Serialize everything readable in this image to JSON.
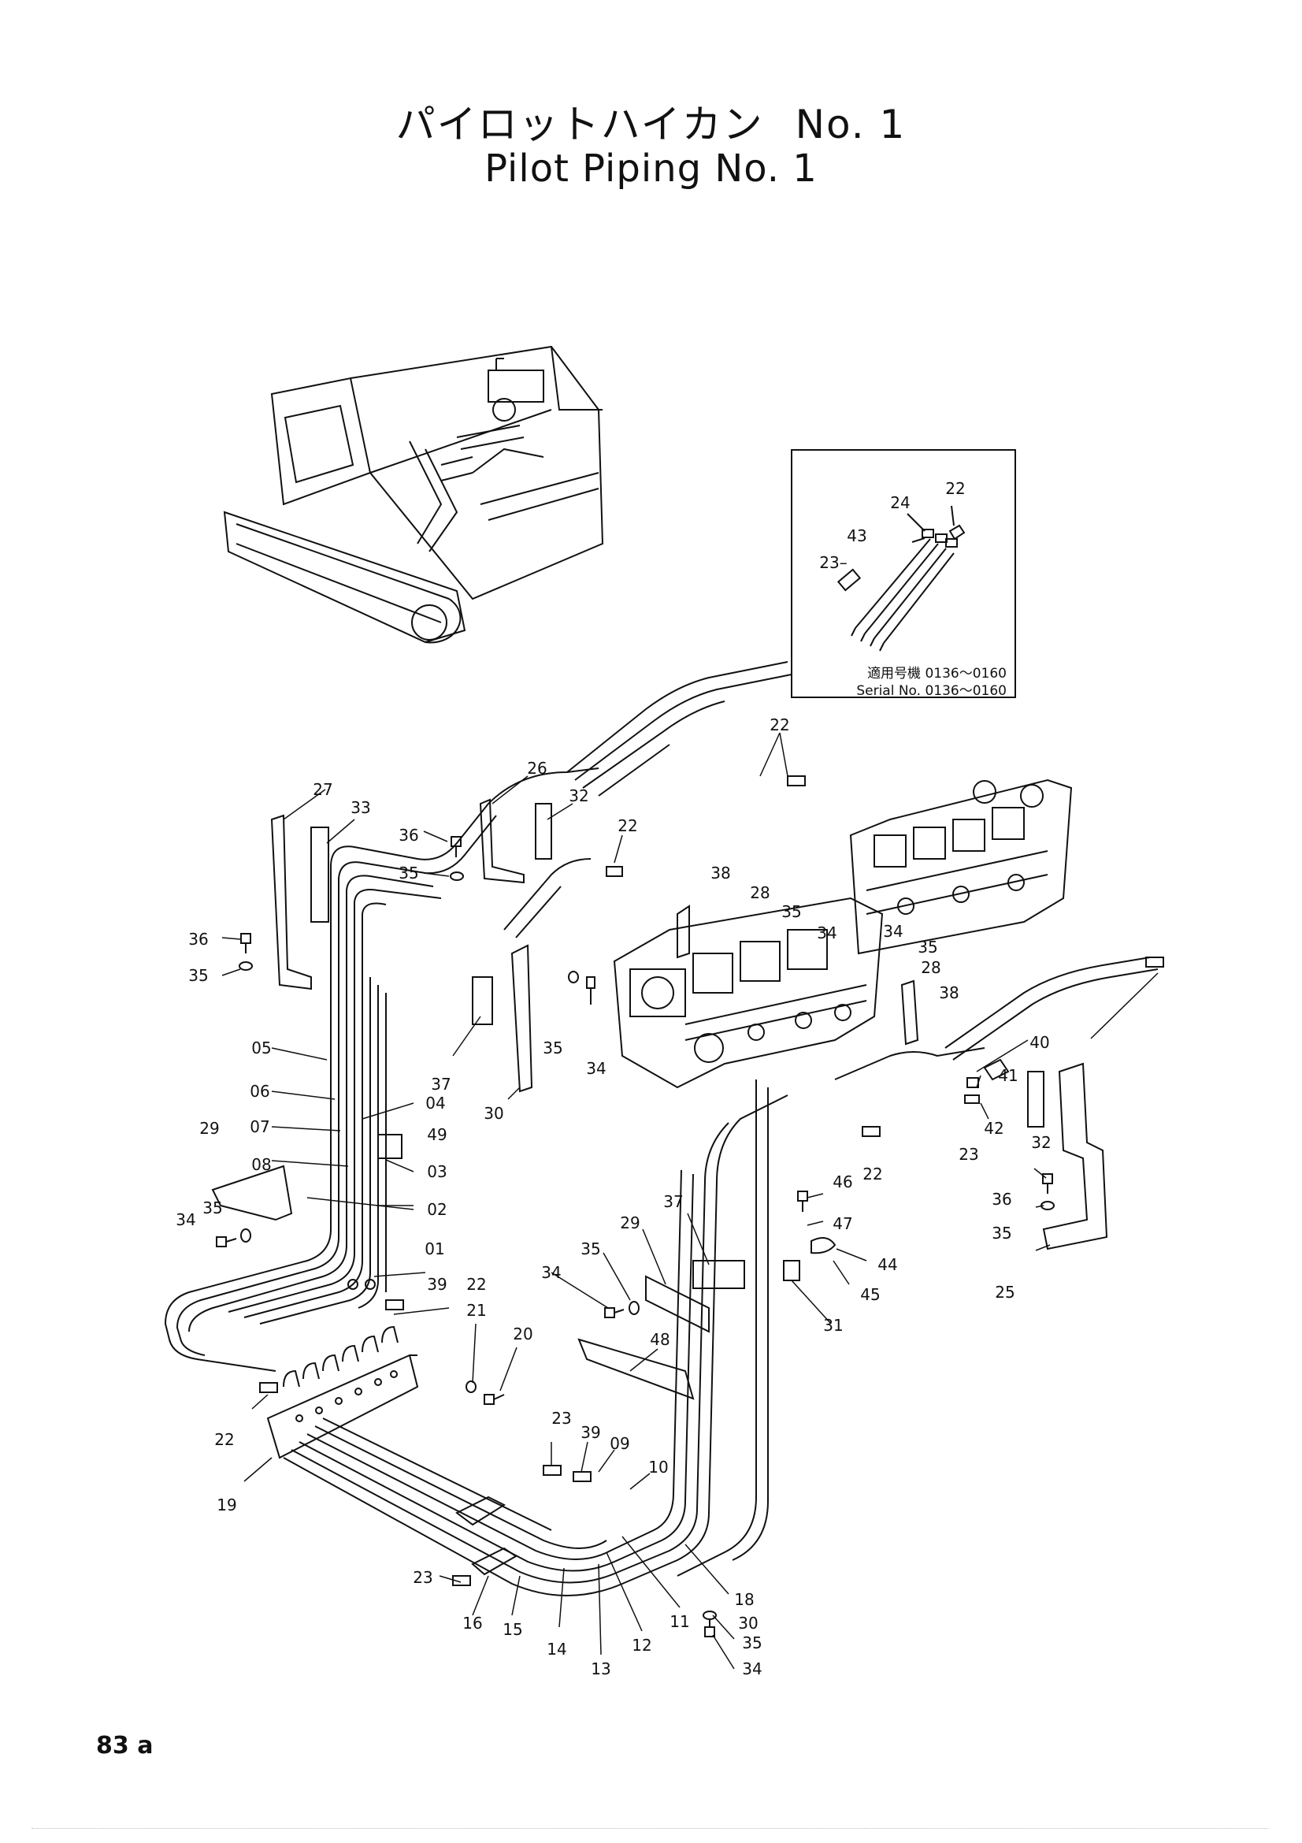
{
  "title": {
    "japanese": "パイロットハイカン",
    "number": "No. 1",
    "english": "Pilot Piping No. 1"
  },
  "inset": {
    "serial_jp": "適用号機 0136～0160",
    "serial_en": "Serial No. 0136～0160",
    "callouts": [
      "22",
      "24",
      "43",
      "23–"
    ]
  },
  "page_number": "83 a",
  "callouts": [
    "27",
    "33",
    "26",
    "32",
    "22",
    "36",
    "35",
    "36",
    "35",
    "38",
    "28",
    "35",
    "34",
    "34",
    "35",
    "28",
    "38",
    "22",
    "05",
    "06",
    "07",
    "08",
    "04",
    "49",
    "03",
    "02",
    "37",
    "30",
    "35",
    "34",
    "29",
    "34",
    "35",
    "01",
    "39",
    "22",
    "21",
    "20",
    "22",
    "19",
    "40",
    "41",
    "42",
    "23",
    "22",
    "32",
    "36",
    "35",
    "25",
    "46",
    "47",
    "44",
    "45",
    "31",
    "37",
    "29",
    "35",
    "34",
    "48",
    "23",
    "39",
    "09",
    "10",
    "23",
    "16",
    "15",
    "14",
    "13",
    "12",
    "11",
    "18",
    "30",
    "35",
    "34"
  ]
}
